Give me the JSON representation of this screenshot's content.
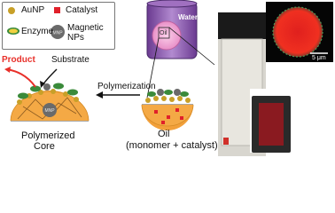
{
  "legend": {
    "aunp": "AuNP",
    "catalyst": "Catalyst",
    "enzyme": "Enzyme",
    "magnetic": "Magnetic",
    "magnetic2": "NPs",
    "mnp_badge": "MNP"
  },
  "labels": {
    "product": "Product",
    "substrate": "Substrate",
    "polymerization": "Polymerization",
    "polymerized_line1": "Polymerized",
    "polymerized_line2": "Core",
    "oil_line1": "Oil",
    "oil_line2": "(monomer + catalyst)",
    "water": "Water",
    "oil_in_vial": "Oil",
    "mnp_core": "MNP",
    "scale": "5 μm"
  },
  "colors": {
    "orange": "#f2a03a",
    "product_red": "#e8302a",
    "vial_purple": "#8a5ab0",
    "oil_pink": "#f6a8d8",
    "dark": "#1a1a1a"
  }
}
